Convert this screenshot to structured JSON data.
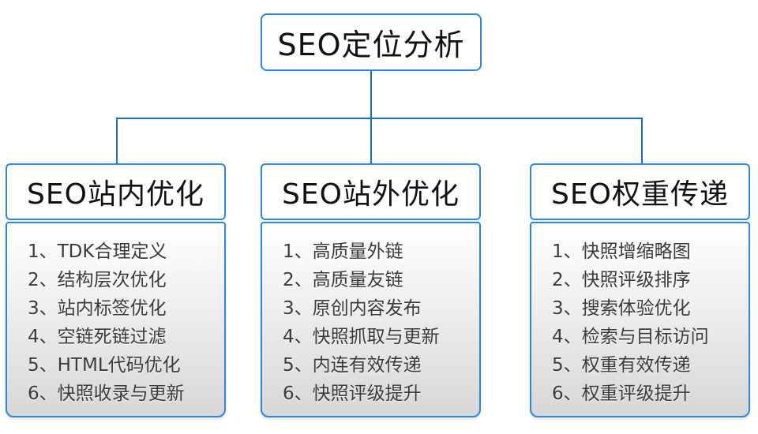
{
  "diagram_title": "SEO定位分析",
  "colors": {
    "connector_line": "#1a6fc0",
    "node_border": "#2e86d6",
    "panel_gradient_top": "#ffffff",
    "panel_gradient_bottom": "#d7d7d7",
    "title_text": "#111111",
    "item_text": "#3a3a3a"
  },
  "root": {
    "label": "SEO定位分析"
  },
  "branches": [
    {
      "title": "SEO站内优化",
      "items": [
        "1、TDK合理定义",
        "2、结构层次优化",
        "3、站内标签优化",
        "4、空链死链过滤",
        "5、HTML代码优化",
        "6、快照收录与更新"
      ]
    },
    {
      "title": "SEO站外优化",
      "items": [
        "1、高质量外链",
        "2、高质量友链",
        "3、原创内容发布",
        "4、快照抓取与更新",
        "5、内连有效传递",
        "6、快照评级提升"
      ]
    },
    {
      "title": "SEO权重传递",
      "items": [
        "1、快照增缩略图",
        "2、快照评级排序",
        "3、搜索体验优化",
        "4、检索与目标访问",
        "5、权重有效传递",
        "6、权重评级提升"
      ]
    }
  ]
}
